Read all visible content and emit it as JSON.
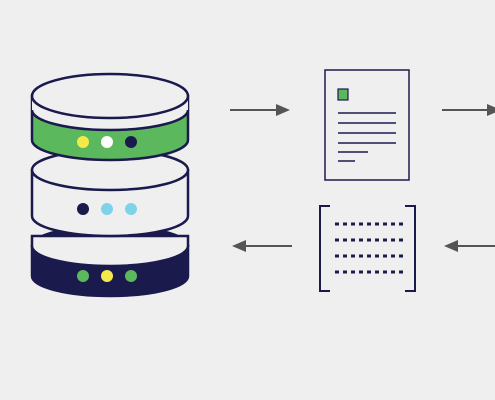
{
  "colors": {
    "background": "#efefef",
    "outline": "#1b1a4d",
    "database_top_band": "#5cb85c",
    "database_middle_band": "#efefef",
    "database_bottom_band": "#1b1a4d",
    "dot_yellow": "#f2ea4a",
    "dot_white": "#ffffff",
    "dot_navy": "#1b1a4d",
    "dot_light_blue": "#7fd3e8",
    "dot_green": "#5cb85c",
    "arrow": "#555555",
    "document_accent": "#5cb85c"
  },
  "database": {
    "icon": "database-icon",
    "layers": [
      {
        "name": "top",
        "dots": [
          "dot_yellow",
          "dot_white",
          "dot_navy"
        ]
      },
      {
        "name": "middle",
        "dots": [
          "dot_navy",
          "dot_light_blue",
          "dot_light_blue"
        ]
      },
      {
        "name": "bottom",
        "dots": [
          "dot_green",
          "dot_yellow",
          "dot_green"
        ]
      }
    ]
  },
  "flow": {
    "top_row": {
      "direction": "right",
      "item": "document-icon"
    },
    "bottom_row": {
      "direction": "left",
      "item": "bracketed-data-icon"
    }
  }
}
